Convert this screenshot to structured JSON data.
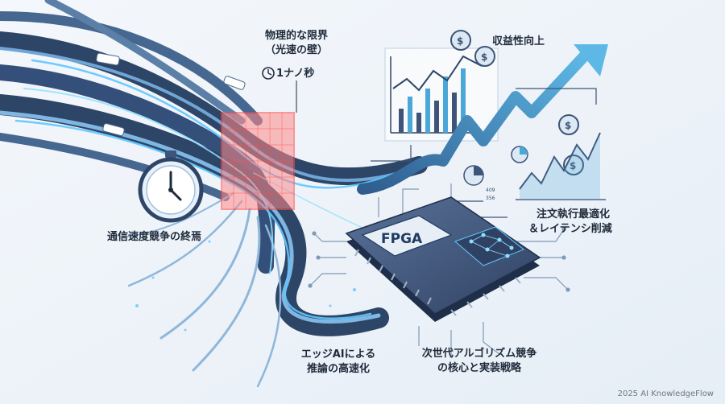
{
  "labels": {
    "physical_limit_line1": "物理的な限界",
    "physical_limit_line2": "（光速の壁）",
    "nanosecond": "1ナノ秒",
    "profit_up": "収益性向上",
    "speed_race_end": "通信速度競争の終焉",
    "order_opt_line1": "注文執行最適化",
    "order_opt_line2": "＆レイテンシ削減",
    "edge_ai_line1": "エッジAIによる",
    "edge_ai_line2": "推論の高速化",
    "algo_line1": "次世代アルゴリズム競争",
    "algo_line2": "の核心と実装戦略",
    "fpga": "FPGA",
    "mini_value_1": "409",
    "mini_value_2": "356"
  },
  "footer": "2025 AI KnowledgeFlow",
  "colors": {
    "background": "#eef3f8",
    "cable_dark": "#2d4566",
    "cable_light": "#6fa6d6",
    "glow": "#5fc6ff",
    "barrier": "#ff6b6b",
    "accent_arrow": "#4aa8d8",
    "chip": "#3e5478"
  },
  "icons": [
    "stopwatch-icon",
    "clock-icon",
    "coin-icon",
    "neural-net-icon",
    "pie-chart-icon"
  ]
}
